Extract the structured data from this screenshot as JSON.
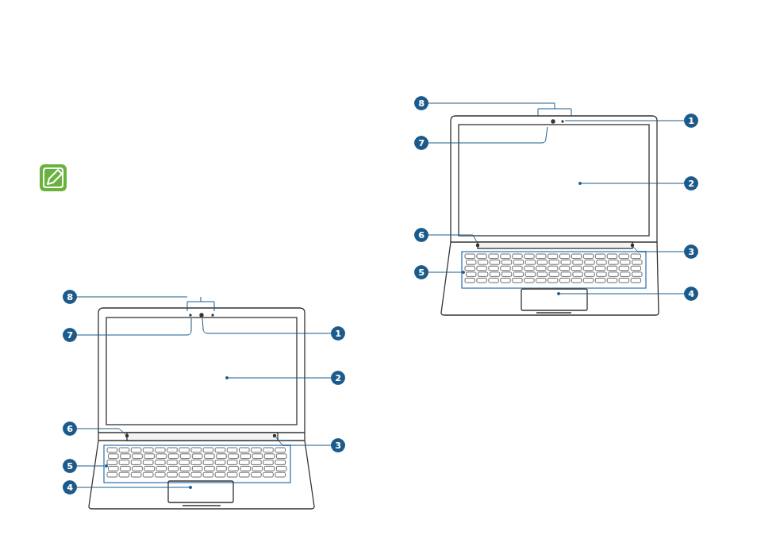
{
  "diagram": {
    "labels": [
      "8",
      "7",
      "6",
      "5",
      "4",
      "1",
      "2",
      "3",
      "8",
      "7",
      "6",
      "5",
      "1",
      "2",
      "3",
      "4"
    ]
  }
}
